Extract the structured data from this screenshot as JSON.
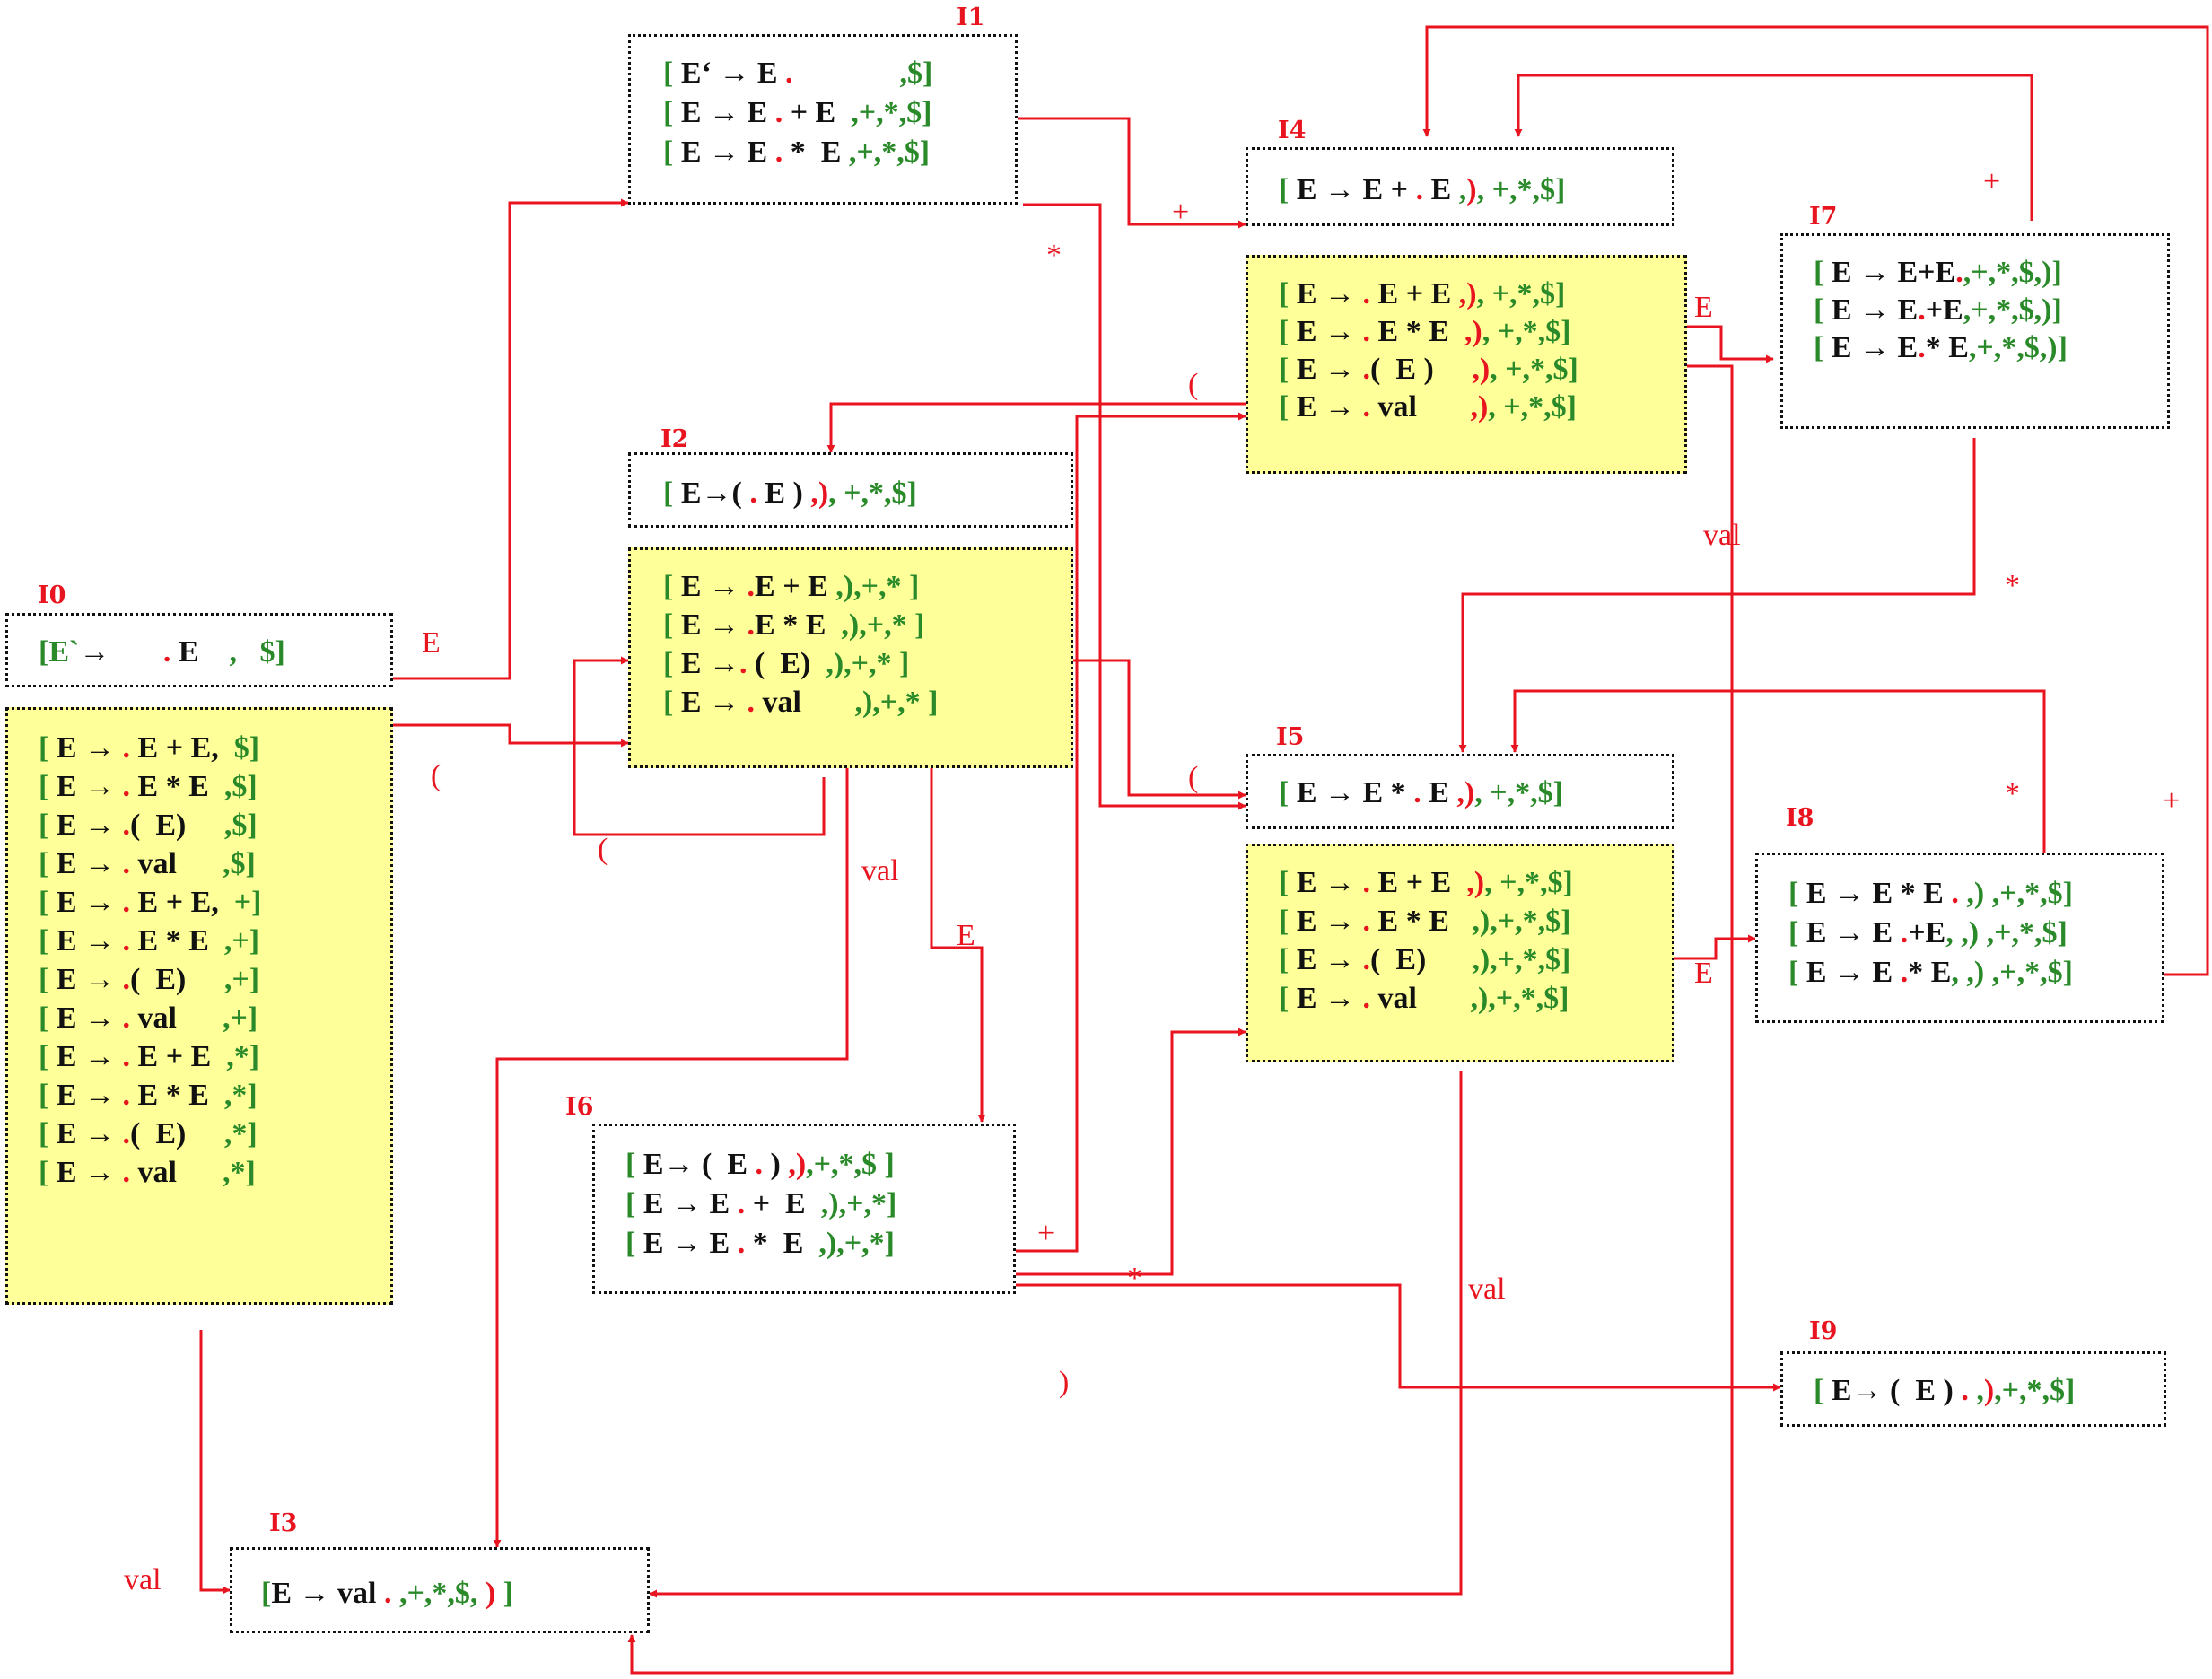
{
  "colors": {
    "arrow": "#e8141f",
    "lookahead": "#2a8a2a",
    "symbol": "#111111",
    "dot": "#e8141f",
    "extension_fill": "#ffff99"
  },
  "states": {
    "I0": {
      "label": "I0",
      "core": [
        [
          [
            "g",
            "[E`"
          ],
          [
            "k",
            "→ "
          ],
          [
            "r",
            "      ."
          ],
          [
            "k",
            " E    "
          ],
          [
            "g",
            ",   $]"
          ]
        ]
      ],
      "closure": [
        [
          [
            "g",
            "[ "
          ],
          [
            "k",
            "E → "
          ],
          [
            "r",
            ". "
          ],
          [
            "k",
            "E + E, "
          ],
          [
            "g",
            " $]"
          ]
        ],
        [
          [
            "g",
            "[ "
          ],
          [
            "k",
            "E → "
          ],
          [
            "r",
            ". "
          ],
          [
            "k",
            "E * E  "
          ],
          [
            "g",
            ",$]"
          ]
        ],
        [
          [
            "g",
            "[ "
          ],
          [
            "k",
            "E → "
          ],
          [
            "r",
            "."
          ],
          [
            "k",
            "(  E)     "
          ],
          [
            "g",
            ",$]"
          ]
        ],
        [
          [
            "g",
            "[ "
          ],
          [
            "k",
            "E → "
          ],
          [
            "r",
            ". "
          ],
          [
            "k",
            "val      "
          ],
          [
            "g",
            ",$]"
          ]
        ],
        [
          [
            "g",
            "[ "
          ],
          [
            "k",
            "E → "
          ],
          [
            "r",
            ". "
          ],
          [
            "k",
            "E + E,  "
          ],
          [
            "g",
            "+]"
          ]
        ],
        [
          [
            "g",
            "[ "
          ],
          [
            "k",
            "E → "
          ],
          [
            "r",
            ". "
          ],
          [
            "k",
            "E * E  "
          ],
          [
            "g",
            ",+]"
          ]
        ],
        [
          [
            "g",
            "[ "
          ],
          [
            "k",
            "E → "
          ],
          [
            "r",
            "."
          ],
          [
            "k",
            "(  E)     "
          ],
          [
            "g",
            ",+]"
          ]
        ],
        [
          [
            "g",
            "[ "
          ],
          [
            "k",
            "E → "
          ],
          [
            "r",
            ". "
          ],
          [
            "k",
            "val      "
          ],
          [
            "g",
            ",+]"
          ]
        ],
        [
          [
            "g",
            "[ "
          ],
          [
            "k",
            "E → "
          ],
          [
            "r",
            ". "
          ],
          [
            "k",
            "E + E  "
          ],
          [
            "g",
            ",*]"
          ]
        ],
        [
          [
            "g",
            "[ "
          ],
          [
            "k",
            "E → "
          ],
          [
            "r",
            ". "
          ],
          [
            "k",
            "E * E  "
          ],
          [
            "g",
            ",*]"
          ]
        ],
        [
          [
            "g",
            "[ "
          ],
          [
            "k",
            "E → "
          ],
          [
            "r",
            "."
          ],
          [
            "k",
            "(  E)     "
          ],
          [
            "g",
            ",*]"
          ]
        ],
        [
          [
            "g",
            "[ "
          ],
          [
            "k",
            "E → "
          ],
          [
            "r",
            ". "
          ],
          [
            "k",
            "val      "
          ],
          [
            "g",
            ",*]"
          ]
        ]
      ]
    },
    "I1": {
      "label": "I1",
      "core": [
        [
          [
            "g",
            "[ "
          ],
          [
            "k",
            "E‘ → E "
          ],
          [
            "r",
            "."
          ],
          [
            "k",
            "              "
          ],
          [
            "g",
            ",$]"
          ]
        ],
        [
          [
            "g",
            "[ "
          ],
          [
            "k",
            "E → E "
          ],
          [
            "r",
            "."
          ],
          [
            "k",
            " + E  "
          ],
          [
            "g",
            ",+,*,$]"
          ]
        ],
        [
          [
            "g",
            "[ "
          ],
          [
            "k",
            "E → E "
          ],
          [
            "r",
            "."
          ],
          [
            "k",
            " *  E "
          ],
          [
            "g",
            ",+,*,$]"
          ]
        ]
      ]
    },
    "I2": {
      "label": "I2",
      "core": [
        [
          [
            "g",
            "[ "
          ],
          [
            "k",
            "E→( "
          ],
          [
            "r",
            "."
          ],
          [
            "k",
            " E ) "
          ],
          [
            "r",
            ",)"
          ],
          [
            "g",
            ", +,*,$]"
          ]
        ]
      ],
      "closure": [
        [
          [
            "g",
            "[ "
          ],
          [
            "k",
            "E → "
          ],
          [
            "r",
            "."
          ],
          [
            "k",
            "E + E "
          ],
          [
            "g",
            ",),+,* ]"
          ]
        ],
        [
          [
            "g",
            "[ "
          ],
          [
            "k",
            "E → "
          ],
          [
            "r",
            "."
          ],
          [
            "k",
            "E * E  "
          ],
          [
            "g",
            ",),+,* ]"
          ]
        ],
        [
          [
            "g",
            "[ "
          ],
          [
            "k",
            "E →"
          ],
          [
            "r",
            "."
          ],
          [
            "k",
            " (  E)  "
          ],
          [
            "g",
            ",),+,* ]"
          ]
        ],
        [
          [
            "g",
            "[ "
          ],
          [
            "k",
            "E → "
          ],
          [
            "r",
            "."
          ],
          [
            "k",
            " val       "
          ],
          [
            "g",
            ",),+,* ]"
          ]
        ]
      ]
    },
    "I3": {
      "label": "I3",
      "core": [
        [
          [
            "g",
            "["
          ],
          [
            "k",
            "E → val "
          ],
          [
            "r",
            "."
          ],
          [
            "g",
            " ,+,*,$, "
          ],
          [
            "r",
            ")"
          ],
          [
            "g",
            " ]"
          ]
        ]
      ]
    },
    "I4": {
      "label": "I4",
      "core": [
        [
          [
            "g",
            "[ "
          ],
          [
            "k",
            "E → E + "
          ],
          [
            "r",
            "."
          ],
          [
            "k",
            " E "
          ],
          [
            "g",
            ","
          ],
          [
            "r",
            ")"
          ],
          [
            "g",
            ", +,*,$]"
          ]
        ]
      ],
      "closure": [
        [
          [
            "g",
            "[ "
          ],
          [
            "k",
            "E → "
          ],
          [
            "r",
            "."
          ],
          [
            "k",
            " E + E "
          ],
          [
            "r",
            ",)"
          ],
          [
            "g",
            ", +,*,$]"
          ]
        ],
        [
          [
            "g",
            "[ "
          ],
          [
            "k",
            "E → "
          ],
          [
            "r",
            "."
          ],
          [
            "k",
            " E * E  "
          ],
          [
            "r",
            ",)"
          ],
          [
            "g",
            ", +,*,$]"
          ]
        ],
        [
          [
            "g",
            "[ "
          ],
          [
            "k",
            "E → "
          ],
          [
            "r",
            "."
          ],
          [
            "k",
            "(  E )     "
          ],
          [
            "r",
            ",)"
          ],
          [
            "g",
            ", +,*,$]"
          ]
        ],
        [
          [
            "g",
            "[ "
          ],
          [
            "k",
            "E → "
          ],
          [
            "r",
            "."
          ],
          [
            "k",
            " val       "
          ],
          [
            "r",
            ",)"
          ],
          [
            "g",
            ", +,*,$]"
          ]
        ]
      ]
    },
    "I5": {
      "label": "I5",
      "core": [
        [
          [
            "g",
            "[ "
          ],
          [
            "k",
            "E → E * "
          ],
          [
            "r",
            "."
          ],
          [
            "k",
            " E "
          ],
          [
            "r",
            ",)"
          ],
          [
            "g",
            ", +,*,$]"
          ]
        ]
      ],
      "closure": [
        [
          [
            "g",
            "[ "
          ],
          [
            "k",
            "E → "
          ],
          [
            "r",
            "."
          ],
          [
            "k",
            " E + E  "
          ],
          [
            "r",
            ",)"
          ],
          [
            "g",
            ", +,*,$]"
          ]
        ],
        [
          [
            "g",
            "[ "
          ],
          [
            "k",
            "E → "
          ],
          [
            "r",
            "."
          ],
          [
            "k",
            " E * E   "
          ],
          [
            "g",
            ",),+,*,$]"
          ]
        ],
        [
          [
            "g",
            "[ "
          ],
          [
            "k",
            "E → "
          ],
          [
            "r",
            "."
          ],
          [
            "k",
            "(  E)      "
          ],
          [
            "g",
            ",),+,*,$]"
          ]
        ],
        [
          [
            "g",
            "[ "
          ],
          [
            "k",
            "E → "
          ],
          [
            "r",
            "."
          ],
          [
            "k",
            " val       "
          ],
          [
            "g",
            ",),+,*,$]"
          ]
        ]
      ]
    },
    "I6": {
      "label": "I6",
      "core": [
        [
          [
            "g",
            "[ "
          ],
          [
            "k",
            "E→ (  E "
          ],
          [
            "r",
            "."
          ],
          [
            "k",
            " ) "
          ],
          [
            "r",
            ",)"
          ],
          [
            "g",
            ",+,*,$ ]"
          ]
        ],
        [
          [
            "g",
            "[ "
          ],
          [
            "k",
            "E → E "
          ],
          [
            "r",
            "."
          ],
          [
            "k",
            " +  E  "
          ],
          [
            "g",
            ",),+,*]"
          ]
        ],
        [
          [
            "g",
            "[ "
          ],
          [
            "k",
            "E → E "
          ],
          [
            "r",
            "."
          ],
          [
            "k",
            " *  E  "
          ],
          [
            "g",
            ",),+,*]"
          ]
        ]
      ]
    },
    "I7": {
      "label": "I7",
      "core": [
        [
          [
            "g",
            "[ "
          ],
          [
            "k",
            "E → E+E"
          ],
          [
            "r",
            "."
          ],
          [
            "g",
            ",+,*,$,)]"
          ]
        ],
        [
          [
            "g",
            "[ "
          ],
          [
            "k",
            "E → E"
          ],
          [
            "r",
            "."
          ],
          [
            "k",
            "+E"
          ],
          [
            "g",
            ",+,*,$,)]"
          ]
        ],
        [
          [
            "g",
            "[ "
          ],
          [
            "k",
            "E → E"
          ],
          [
            "r",
            "."
          ],
          [
            "k",
            "* E"
          ],
          [
            "g",
            ",+,*,$,)]"
          ]
        ]
      ]
    },
    "I8": {
      "label": "I8",
      "core": [
        [
          [
            "g",
            "[ "
          ],
          [
            "k",
            "E → E * E "
          ],
          [
            "r",
            "."
          ],
          [
            "g",
            " ,) ,+,*,$]"
          ]
        ],
        [
          [
            "g",
            "[ "
          ],
          [
            "k",
            "E → E "
          ],
          [
            "r",
            "."
          ],
          [
            "k",
            "+E"
          ],
          [
            "g",
            ", ,) ,+,*,$]"
          ]
        ],
        [
          [
            "g",
            "[ "
          ],
          [
            "k",
            "E → E "
          ],
          [
            "r",
            "."
          ],
          [
            "k",
            "* E"
          ],
          [
            "g",
            ", ,) ,+,*,$]"
          ]
        ]
      ]
    },
    "I9": {
      "label": "I9",
      "core": [
        [
          [
            "g",
            "[ "
          ],
          [
            "k",
            "E→ (  E ) "
          ],
          [
            "r",
            "."
          ],
          [
            "g",
            " ,"
          ],
          [
            "r",
            ")"
          ],
          [
            "g",
            ",+,*,$]"
          ]
        ]
      ]
    }
  },
  "edge_labels": {
    "i0_e": "E",
    "i0_lparen": "(",
    "i0_val": "val",
    "i1_plus": "+",
    "i1_star": "*",
    "i2_lparen_loop": "(",
    "i2_lparen_to_i4": "(",
    "i2_val": "val",
    "i2_e": "E",
    "i2_lparen_to_i5": "(",
    "i4_e": "E",
    "i4_val": "val",
    "i7_plus": "+",
    "i7_star": "*",
    "i8_star": "*",
    "i8_plus": "+",
    "i5_e": "E",
    "i5_val": "val",
    "i6_plus": "+",
    "i6_star": "*",
    "i6_rparen": ")"
  }
}
